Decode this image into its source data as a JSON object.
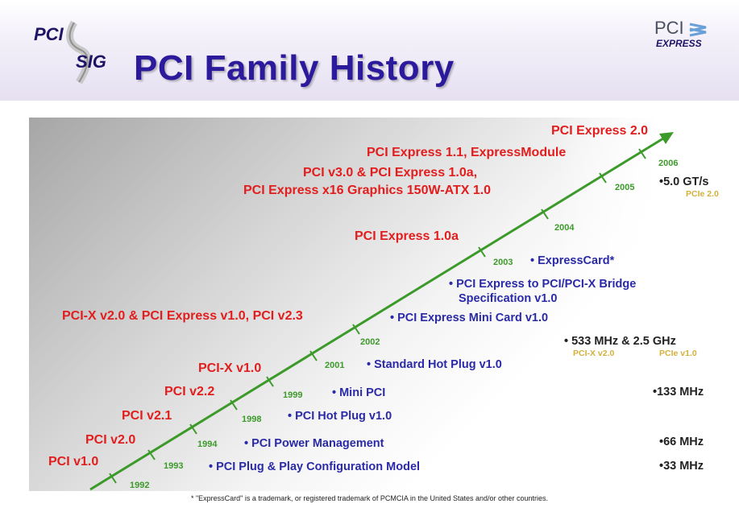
{
  "header": {
    "logo_top_text": "PCI",
    "logo_bottom_text": "SIG",
    "title": "PCI Family History",
    "pcie_logo_text": "PCI",
    "pcie_logo_sub": "EXPRESS"
  },
  "milestones": [
    "PCI v1.0",
    "PCI v2.0",
    "PCI v2.1",
    "PCI v2.2",
    "PCI-X v1.0",
    "PCI-X v2.0 & PCI Express v1.0, PCI v2.3",
    "PCI Express 1.0a",
    "PCI v3.0 & PCI Express 1.0a,",
    "PCI Express x16 Graphics 150W-ATX 1.0",
    "PCI Express 1.1, ExpressModule",
    "PCI Express 2.0"
  ],
  "years": [
    "1992",
    "1993",
    "1994",
    "1998",
    "1999",
    "2001",
    "2002",
    "2003",
    "2004",
    "2005",
    "2006"
  ],
  "features": [
    "• PCI Plug & Play Configuration Model",
    "• PCI Power Management",
    "• PCI Hot Plug v1.0",
    "• Mini PCI",
    "• Standard Hot Plug v1.0",
    "• PCI Express Mini Card v1.0",
    "• PCI Express to PCI/PCI-X Bridge",
    "Specification v1.0",
    "• ExpressCard*"
  ],
  "speeds": [
    "•33 MHz",
    "•66 MHz",
    "•133 MHz",
    "• 533 MHz & 2.5 GHz",
    "•5.0 GT/s"
  ],
  "speed_notes": [
    "PCI-X v2.0",
    "PCIe v1.0",
    "PCIe 2.0"
  ],
  "footnote": "* \"ExpressCard\" is a trademark, or registered trademark of PCMCIA in the United States and/or other countries.",
  "colors": {
    "title": "#2b1a9c",
    "milestone": "#e21d1d",
    "feature": "#2a2aa8",
    "timeline": "#3c9a2a",
    "speed_note": "#d4b03c"
  }
}
